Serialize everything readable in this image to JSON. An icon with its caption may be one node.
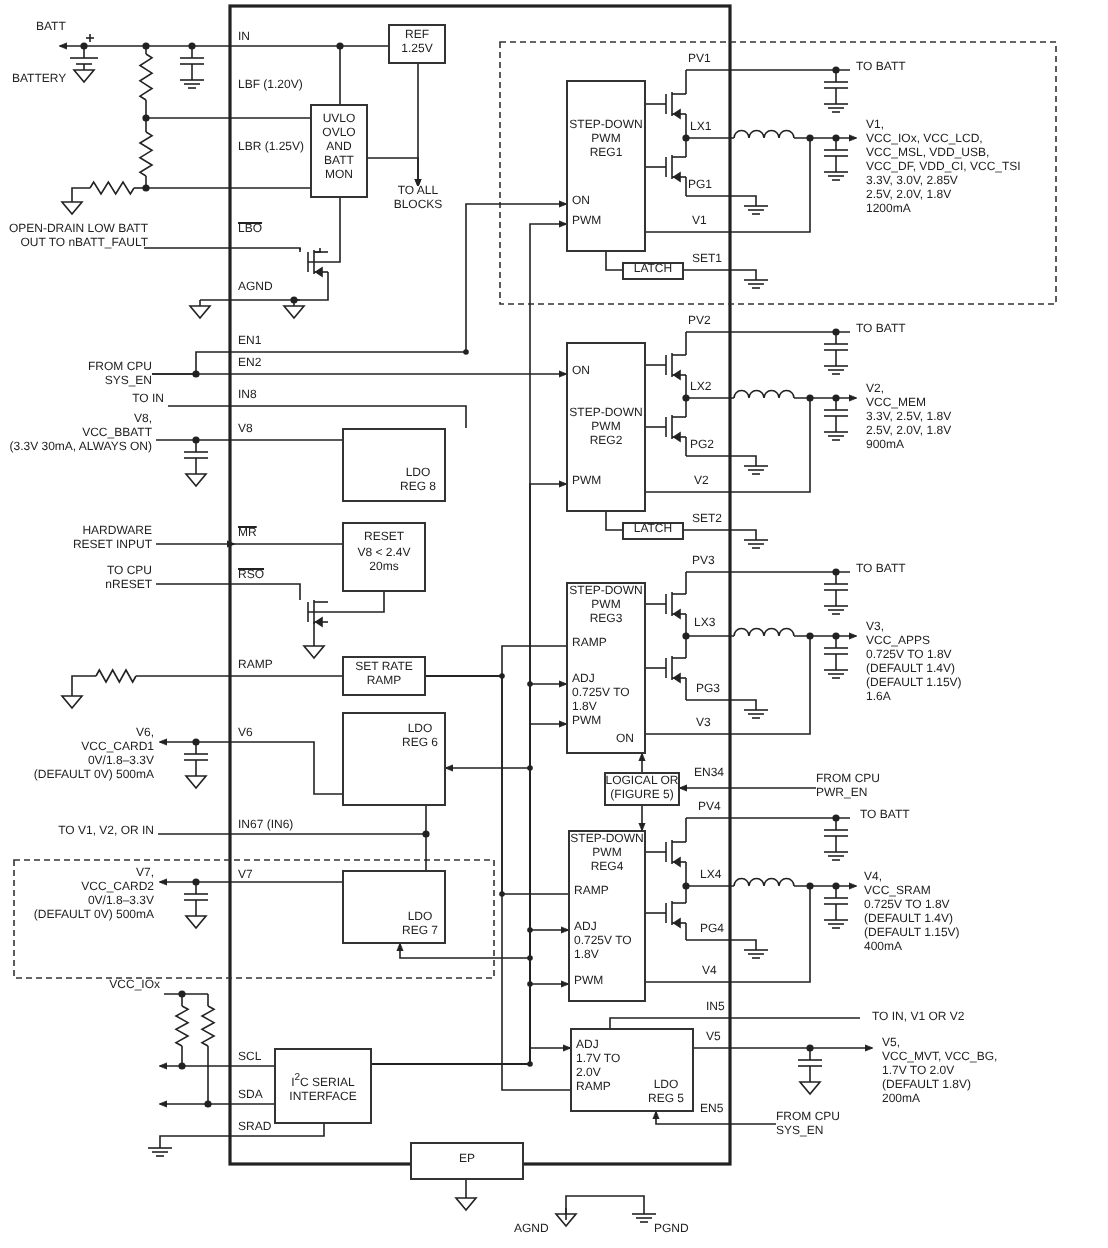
{
  "diagram": {
    "nodes": [
      {
        "text": [
          "REF 1.25V"
        ]
      },
      {
        "text": [
          "UVLO OVLO AND BATT MON"
        ]
      },
      {
        "text": [
          "TO ALL BLOCKS"
        ]
      },
      {
        "text": [
          "STEP-DOWN PWM REG1",
          "ON",
          "PWM"
        ]
      },
      {
        "text": [
          "LATCH"
        ]
      },
      {
        "text": [
          "ON",
          "STEP-DOWN PWM REG2",
          "PWM"
        ]
      },
      {
        "text": [
          "LATCH"
        ]
      },
      {
        "text": [
          "LDO REG 8"
        ]
      },
      {
        "text": [
          "RESET",
          "V8 < 2.4V 20ms"
        ]
      },
      {
        "text": [
          "STEP-DOWN PWM REG3",
          "RAMP",
          "ADJ 0.725V TO 1.8V",
          "PWM",
          "ON"
        ]
      },
      {
        "text": [
          "SET RATE RAMP"
        ]
      },
      {
        "text": [
          "LDO REG 6"
        ]
      },
      {
        "text": [
          "LDO REG 7"
        ]
      },
      {
        "text": [
          "LOGICAL OR (FIGURE 5)"
        ]
      },
      {
        "text": [
          "STEP-DOWN PWM REG4",
          "RAMP",
          "ADJ 0.725V TO 1.8V",
          "PWM"
        ]
      },
      {
        "text": [
          "ADJ 1.7V TO 2.0V",
          "RAMP",
          "LDO REG 5"
        ]
      },
      {
        "text": [
          "I$^{2}$C SERIAL INTERFACE"
        ]
      },
      {
        "text": [
          "EP"
        ]
      },
      {
        "text": [
          "FROM CPU SYS_EN"
        ]
      },
      {
        "text": [
          "FROM CPU PWR_EN"
        ]
      },
      {
        "text": [
          "FROM CPU SYS_EN"
        ]
      }
    ],
    "edges": [
      {
        "from": 0,
        "to": 2,
        "arrow": "to"
      },
      {
        "from": 1,
        "to": 2,
        "arrow": "to"
      },
      {
        "from": 18,
        "to": 3,
        "arrow": "to"
      },
      {
        "from": 18,
        "to": 5,
        "arrow": "to"
      },
      {
        "from": 16,
        "to": 3,
        "arrow": "to"
      },
      {
        "from": 16,
        "to": 5,
        "arrow": "to"
      },
      {
        "from": 16,
        "to": 9,
        "arrow": "to"
      },
      {
        "from": 16,
        "to": 9,
        "arrow": "to"
      },
      {
        "from": 16,
        "to": 14,
        "arrow": "to"
      },
      {
        "from": 16,
        "to": 14,
        "arrow": "to"
      },
      {
        "from": 16,
        "to": 15,
        "arrow": "to"
      },
      {
        "from": 16,
        "to": 11,
        "arrow": "to"
      },
      {
        "from": 16,
        "to": 12,
        "arrow": "to"
      },
      {
        "from": 10,
        "to": 9,
        "arrow": "none"
      },
      {
        "from": 10,
        "to": 14,
        "arrow": "none"
      },
      {
        "from": 10,
        "to": 15,
        "arrow": "none"
      },
      {
        "from": 19,
        "to": 13,
        "arrow": "to"
      },
      {
        "from": 13,
        "to": 9,
        "arrow": "to"
      },
      {
        "from": 13,
        "to": 14,
        "arrow": "to"
      },
      {
        "from": 20,
        "to": 15,
        "arrow": "to"
      },
      {
        "from": 3,
        "to": 4,
        "arrow": "none"
      },
      {
        "from": 5,
        "to": 6,
        "arrow": "none"
      },
      {
        "from": 1,
        "to": 0,
        "arrow": "none"
      },
      {
        "from": 11,
        "to": 12,
        "arrow": "none"
      }
    ],
    "labels": [
      "BATT",
      "BATTERY",
      "IN",
      "LBF (1.20V)",
      "LBR (1.25V)",
      "OPEN-DRAIN LOW BATT OUT TO nBATT_FAULT",
      "LBO",
      "AGND",
      "EN1",
      "EN2",
      "TO IN",
      "IN8",
      "V8,",
      "VCC_BBATT",
      "(3.3V 30mA, ALWAYS ON)",
      "V8",
      "HARDWARE",
      "RESET INPUT",
      "MR",
      "TO CPU",
      "nRESET",
      "RSO",
      "RAMP",
      "V6,",
      "VCC_CARD1",
      "0V/1.8–3.3V",
      "(DEFAULT 0V) 500mA",
      "V6",
      "TO V1, V2, OR IN",
      "IN67 (IN6)",
      "V7,",
      "VCC_CARD2",
      "0V/1.8–3.3V",
      "(DEFAULT 0V) 500mA",
      "V7",
      "VCC_IOx",
      "SCL",
      "SDA",
      "SRAD",
      "PV1",
      "LX1",
      "PG1",
      "V1",
      "SET1",
      "TO BATT",
      "V1,",
      "VCC_IOx, VCC_LCD,",
      "VCC_MSL, VDD_USB,",
      "VCC_DF, VDD_CI, VCC_TSI",
      "3.3V, 3.0V, 2.85V",
      "2.5V, 2.0V, 1.8V",
      "1200mA",
      "PV2",
      "TO BATT",
      "LX2",
      "V2,",
      "VCC_MEM",
      "3.3V, 2.5V, 1.8V",
      "2.5V, 2.0V, 1.8V",
      "PG2",
      "900mA",
      "V2",
      "SET2",
      "PV3",
      "TO BATT",
      "LX3",
      "V3,",
      "VCC_APPS",
      "0.725V TO 1.8V",
      "(DEFAULT 1.4V)",
      "(DEFAULT 1.15V)",
      "PG3",
      "1.6A",
      "V3",
      "EN34",
      "PV4",
      "TO BATT",
      "LX4",
      "V4,",
      "VCC_SRAM",
      "0.725V TO 1.8V",
      "(DEFAULT 1.4V)",
      "PG4",
      "(DEFAULT 1.15V)",
      "400mA",
      "V4",
      "IN5",
      "TO IN, V1 OR V2",
      "V5",
      "V5,",
      "VCC_MVT, VCC_BG,",
      "1.7V TO 2.0V",
      "(DEFAULT 1.8V)",
      "200mA",
      "EN5",
      "AGND",
      "PGND"
    ]
  }
}
